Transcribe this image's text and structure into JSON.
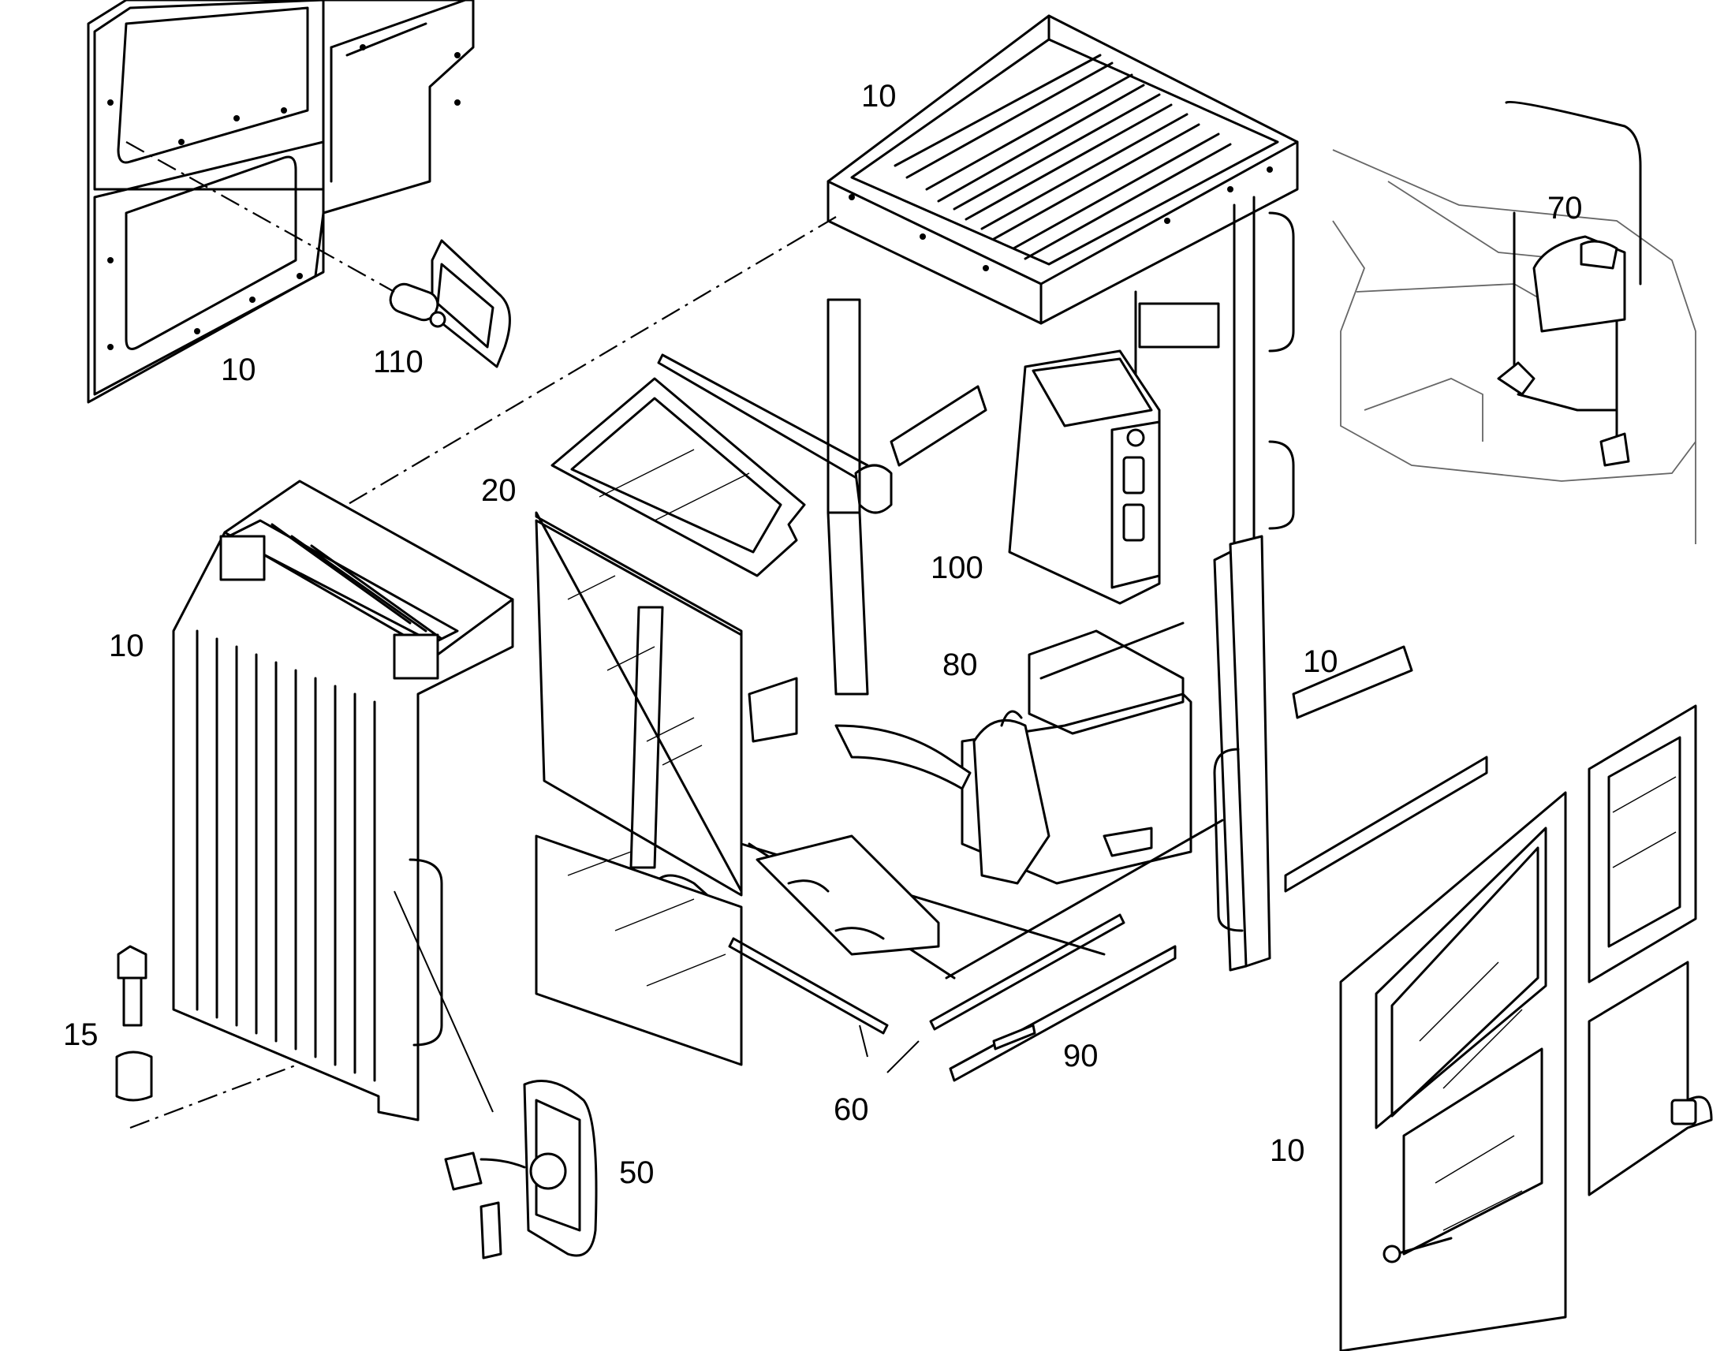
{
  "callouts": {
    "c10_top_left": "10",
    "c110": "110",
    "c10_top_center": "10",
    "c70": "70",
    "c20": "20",
    "c100": "100",
    "c10_left": "10",
    "c80": "80",
    "c10_right": "10",
    "c15": "15",
    "c90": "90",
    "c60": "60",
    "c50": "50",
    "c10_bottom_right": "10"
  }
}
